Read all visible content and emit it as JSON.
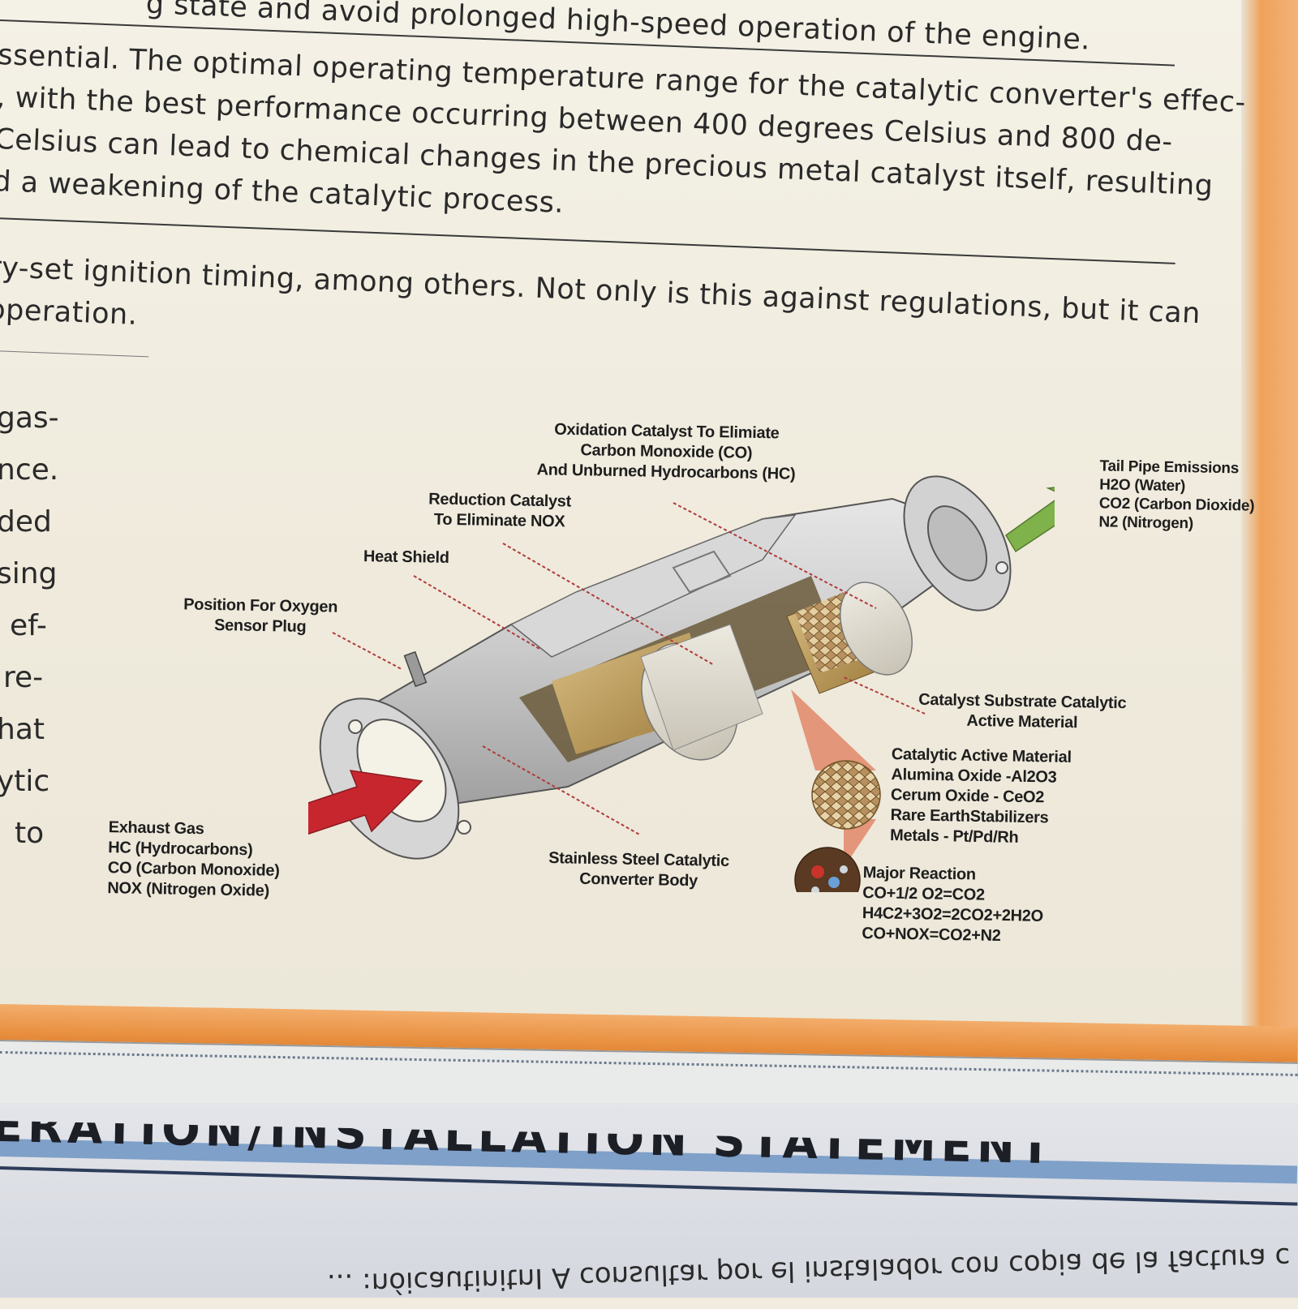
{
  "page_text": {
    "lines": [
      "g state and avoid prolonged high-speed operation  of the engine.",
      "ssential. The optimal operating temperature range for the catalytic converter's effec-",
      ", with the best performance occurring between 400 degrees Celsius and 800 de-",
      "Celsius can lead to chemical changes in the precious metal catalyst itself, resulting",
      "d a weakening of the catalytic process.",
      "ry-set ignition timing, among others. Not only is this against regulations, but it can",
      "operation."
    ],
    "left_fragments": [
      "gas-",
      "nce.",
      "ded",
      "sing",
      "ef-",
      "re-",
      "hat",
      "ytic",
      "to"
    ]
  },
  "diagram": {
    "oxidation_catalyst": [
      "Oxidation Catalyst To Elimiate",
      "Carbon Monoxide (CO)",
      "And Unburned Hydrocarbons (HC)"
    ],
    "reduction_catalyst": [
      "Reduction Catalyst",
      "To Eliminate NOX"
    ],
    "heat_shield": [
      "Heat Shield"
    ],
    "oxygen_sensor": [
      "Position For Oxygen",
      "Sensor Plug"
    ],
    "tail_pipe": [
      "Tail Pipe Emissions",
      "H2O (Water)",
      "CO2 (Carbon Dioxide)",
      "N2 (Nitrogen)"
    ],
    "substrate": [
      "Catalyst Substrate Catalytic",
      "Active Material"
    ],
    "active_material": [
      "Catalytic Active Material",
      "Alumina Oxide -Al2O3",
      "Cerum Oxide - CeO2",
      "Rare EarthStabilizers",
      "Metals - Pt/Pd/Rh"
    ],
    "major_reaction": [
      "Major Reaction",
      "CO+1/2 O2=CO2",
      "H4C2+3O2=2CO2+2H2O",
      "CO+NOX=CO2+N2"
    ],
    "body": [
      "Stainless Steel Catalytic",
      "Converter Body"
    ],
    "exhaust_gas": [
      "Exhaust Gas",
      "HC (Hydrocarbons)",
      "CO (Carbon Monoxide)",
      "NOX (Nitrogen Oxide)"
    ]
  },
  "colors": {
    "inlet_arrow": "#c8262f",
    "outlet_arrow": "#7fb24a",
    "leader": "#b03a3a",
    "orange_band": "#e88f3f",
    "blue_band": "#7fa0c8"
  },
  "bottom": {
    "section_title": "ERATION/INSTALLATION STATEMENT",
    "mirrored_text": "... :nóicautinitnI A consultar por el instalador con copia de la factura c"
  }
}
